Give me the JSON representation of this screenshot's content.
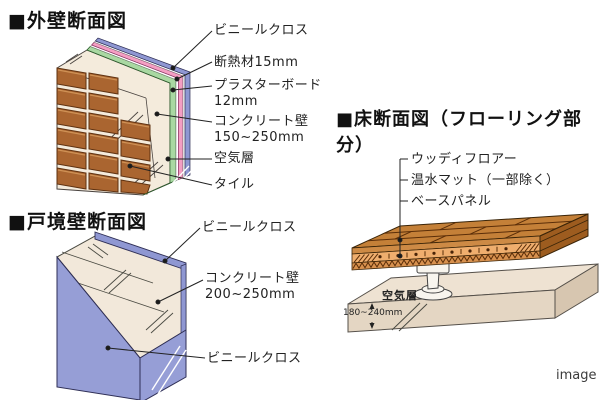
{
  "page": {
    "credit": "image"
  },
  "colors": {
    "brick": "#aa6530",
    "brick_outline": "#5e3110",
    "concrete_cream": "#f4ebdc",
    "layer_green": "#a9d8a2",
    "layer_pink": "#f49ec3",
    "layer_blue": "#8f97d2",
    "partition_blue": "#969ed6",
    "wood_top": "#c48038",
    "mat_layer": "#efae6e",
    "slab_cream": "#eee2d2",
    "text": "#222222"
  },
  "sections": {
    "exterior_wall": {
      "title": "■外壁断面図",
      "labels": {
        "vinyl_cloth": "ビニールクロス",
        "insulation": "断熱材15mm",
        "plasterboard": "プラスターボード\n12mm",
        "concrete": "コンクリート壁\n150~250mm",
        "air_layer": "空気層",
        "tile": "タイル"
      }
    },
    "partition_wall": {
      "title": "■戸境壁断面図",
      "labels": {
        "vinyl_cloth_top": "ビニールクロス",
        "concrete": "コンクリート壁\n200~250mm",
        "vinyl_cloth_bottom": "ビニールクロス"
      }
    },
    "floor": {
      "title": "■床断面図（フローリング部分）",
      "labels": {
        "woody_floor": "ウッディフロアー",
        "hot_water_mat": "温水マット（一部除く）",
        "base_panel": "ベースパネル",
        "air_layer": "空気層",
        "dimension": "180~240mm"
      }
    }
  }
}
